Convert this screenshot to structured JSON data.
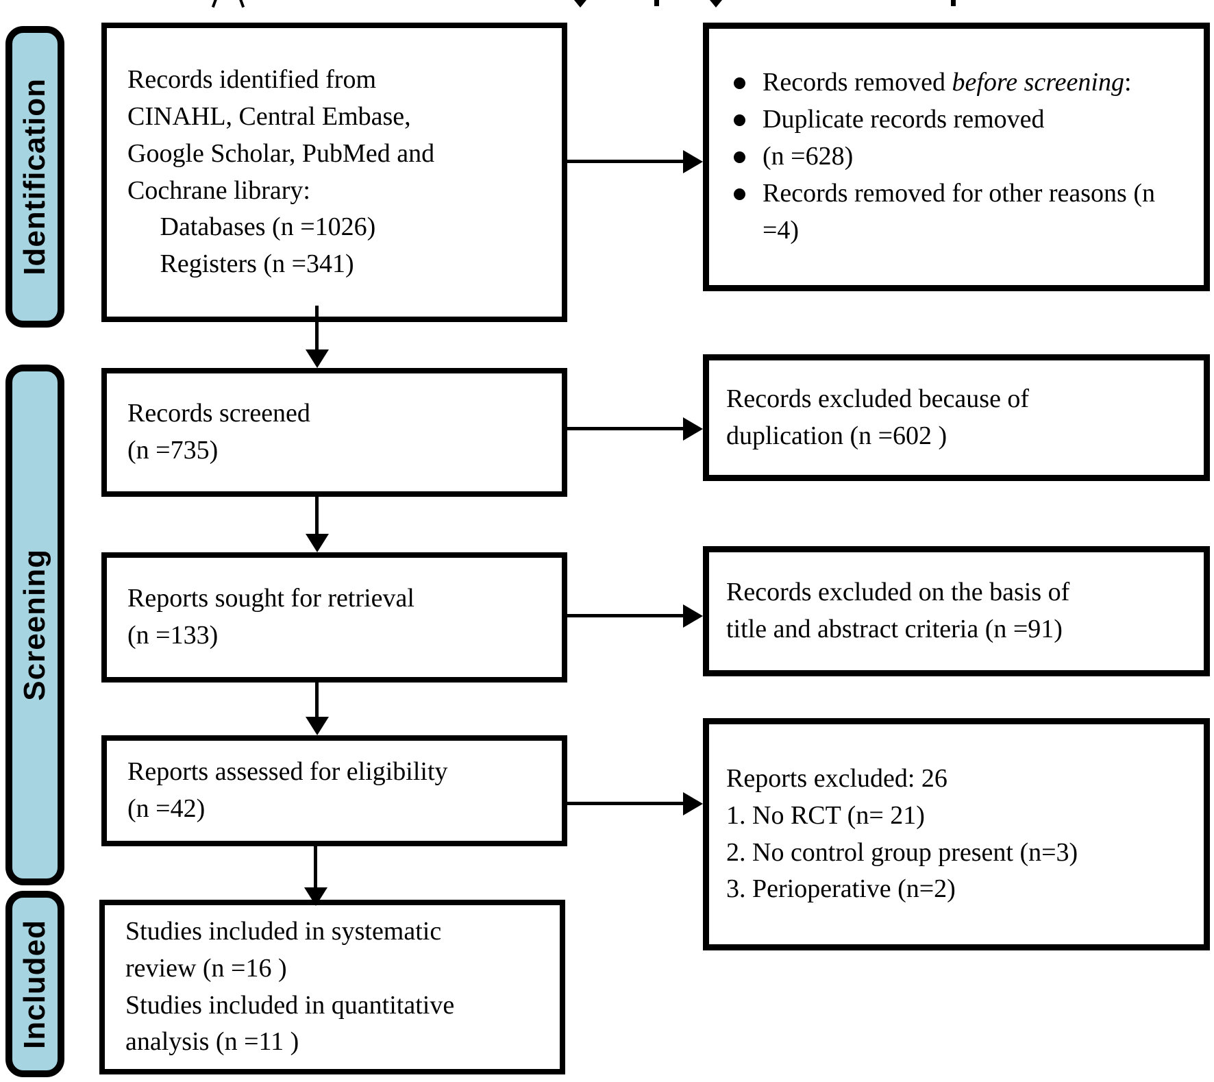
{
  "colors": {
    "stage_fill": "#a6d4e1",
    "line": "#000000",
    "box_fill": "#ffffff"
  },
  "stages": {
    "identification": "Identification",
    "screening": "Screening",
    "included": "Included"
  },
  "boxes": {
    "records_identified": "Records identified from\nCINAHL, Central Embase,\nGoogle Scholar, PubMed and\nCochrane library:\n     Databases (n =1026)\n     Registers (n =341)",
    "records_screened": "Records screened\n(n =735)",
    "reports_sought": "Reports sought for retrieval\n(n =133)",
    "reports_assessed": "Reports assessed for eligibility\n(n =42)",
    "studies_included": "Studies included in systematic\nreview (n =16 )\nStudies included in quantitative\nanalysis (n =11 )",
    "records_removed": {
      "b1_pre": "Records removed ",
      "b1_italic": "before screening",
      "b1_post": ":",
      "b2": "Duplicate records removed",
      "b3": "(n =628)",
      "b4": "Records removed for other reasons (n =4)"
    },
    "excluded_duplication": "Records excluded because of\nduplication (n =602 )",
    "excluded_title_abstract": "Records excluded on the basis of\ntitle and abstract criteria (n =91)",
    "reports_excluded": "Reports excluded: 26\n1. No RCT (n= 21)\n2. No control group present (n=3)\n3. Perioperative (n=2)"
  }
}
